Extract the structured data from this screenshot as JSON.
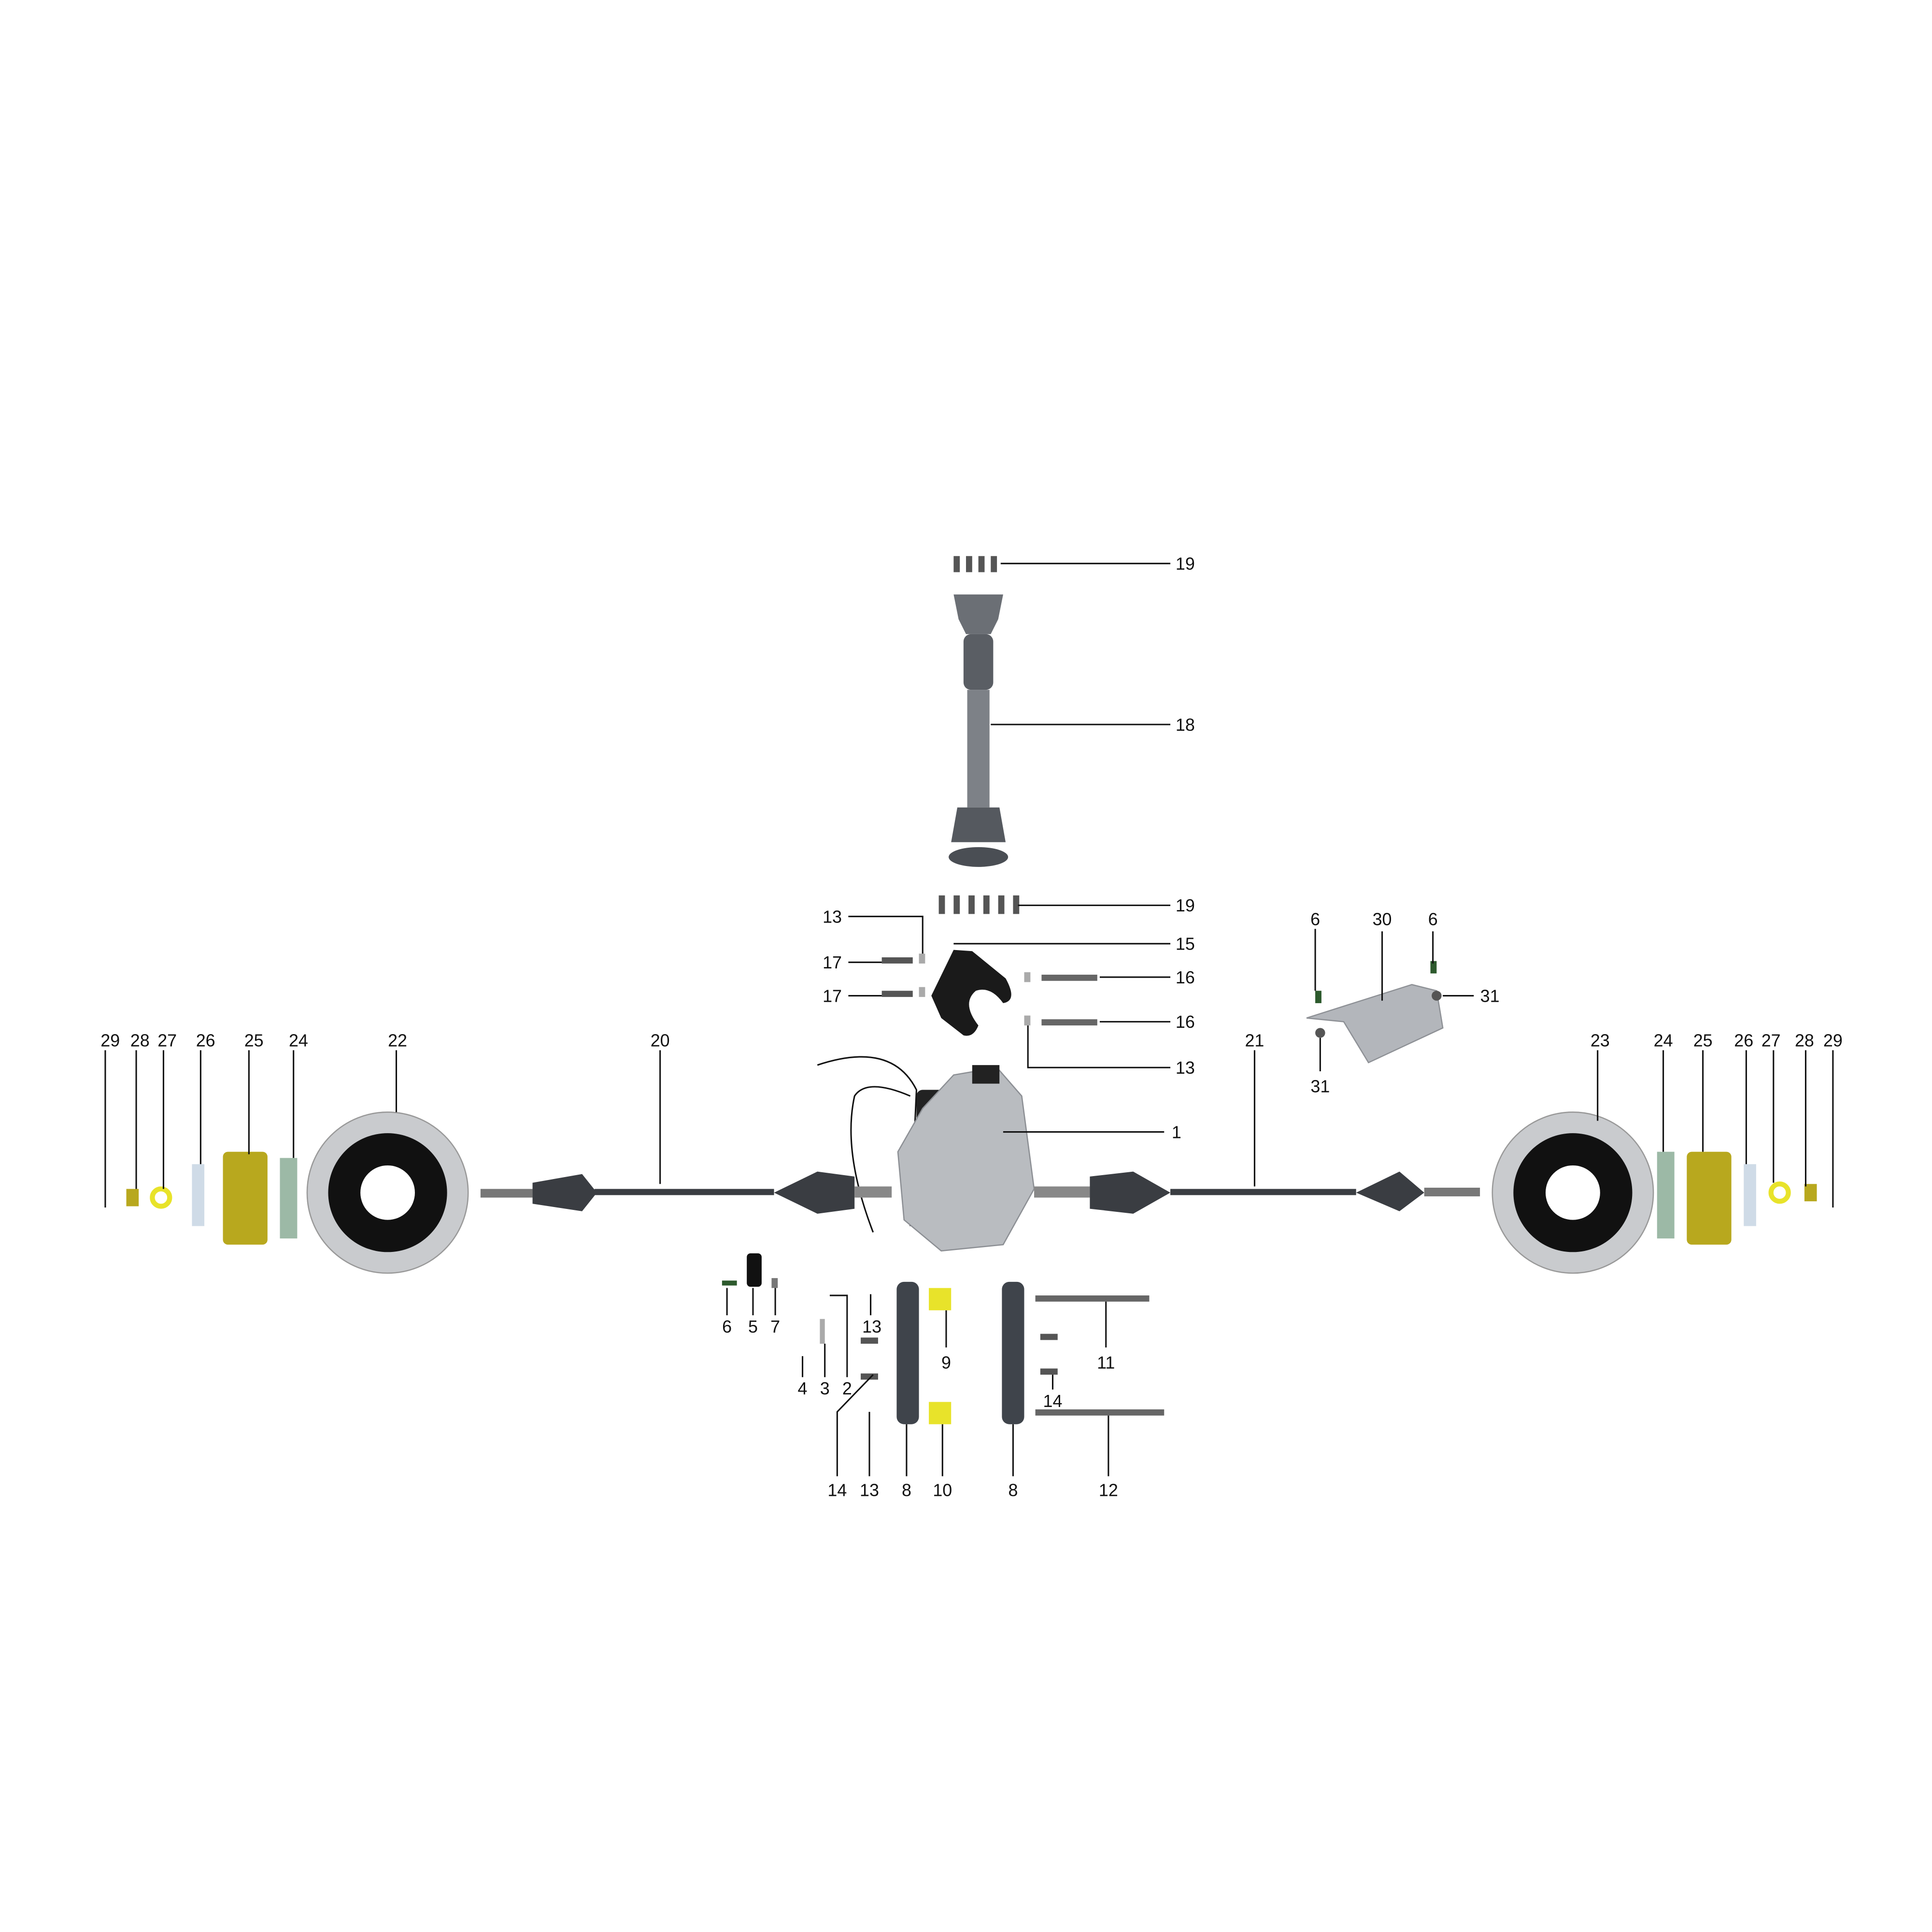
{
  "diagram": {
    "type": "exploded-parts-diagram",
    "colors": {
      "hub": "#b8a81e",
      "spacer": "#e8e32a",
      "housing": "#b9bcc0",
      "shaft": "#3a3d42",
      "disc": "#c9cbce",
      "bracket": "#1a1a1a",
      "leader": "#111111"
    },
    "callouts": [
      "19",
      "18",
      "19",
      "13",
      "15",
      "17",
      "16",
      "17",
      "16",
      "13",
      "6",
      "30",
      "6",
      "31",
      "31",
      "1",
      "29",
      "28",
      "27",
      "26",
      "25",
      "24",
      "22",
      "20",
      "21",
      "23",
      "24",
      "25",
      "26",
      "27",
      "28",
      "29",
      "6",
      "5",
      "7",
      "13",
      "9",
      "11",
      "4",
      "3",
      "2",
      "14",
      "14",
      "13",
      "8",
      "10",
      "8",
      "12"
    ]
  }
}
